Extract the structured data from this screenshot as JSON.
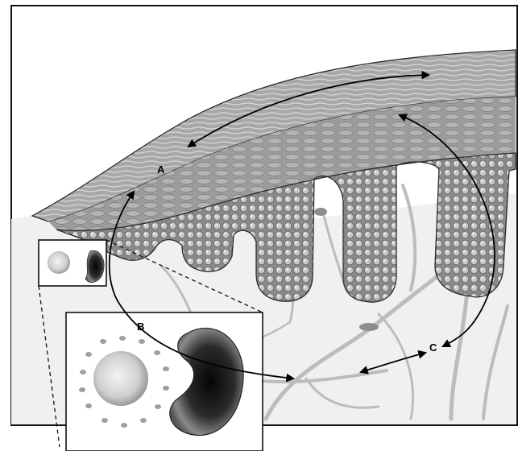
{
  "labels": {
    "a": "A",
    "b": "B",
    "c": "C"
  },
  "colors": {
    "frame": "#111111",
    "epithelium": "#8e8e8e",
    "cell_fill": "#c9c9c9",
    "dermis": "#eeeeee",
    "vessel": "#bdbdbd",
    "arrow": "#000000"
  }
}
